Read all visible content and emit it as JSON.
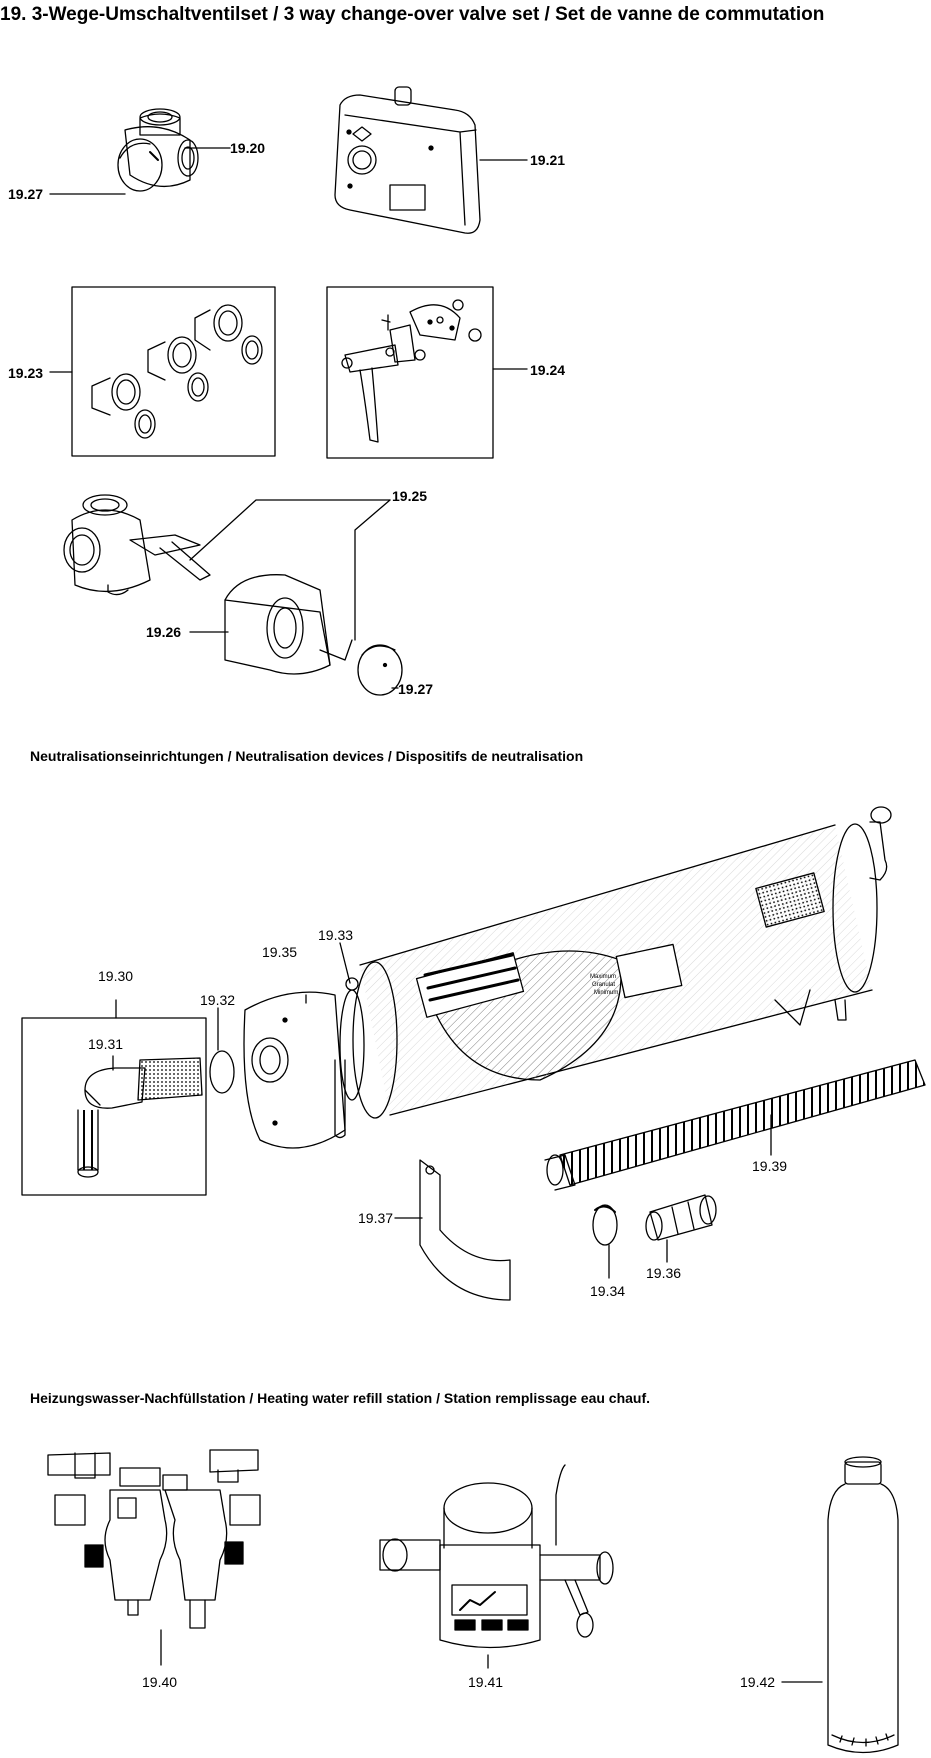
{
  "page": {
    "title": "19. 3-Wege-Umschaltventilset / 3 way change-over valve set / Set de vanne de commutation"
  },
  "sections": {
    "neutralisation": "Neutralisationseinrichtungen / Neutralisation devices / Dispositifs de neutralisation",
    "refill": "Heizungswasser-Nachfüllstation / Heating water refill station / Station remplissage eau chauf."
  },
  "parts": {
    "p1920": "19.20",
    "p1921": "19.21",
    "p1927a": "19.27",
    "p1923": "19.23",
    "p1924": "19.24",
    "p1925": "19.25",
    "p1926": "19.26",
    "p1927b": "19.27",
    "p1930": "19.30",
    "p1931": "19.31",
    "p1932": "19.32",
    "p1933": "19.33",
    "p1934": "19.34",
    "p1935": "19.35",
    "p1936": "19.36",
    "p1937": "19.37",
    "p1939": "19.39",
    "p1940": "19.40",
    "p1941": "19.41",
    "p1942": "19.42"
  },
  "device_labels": {
    "tank_tag_1": "Maximum",
    "tank_tag_2": "Granulat",
    "tank_tag_3": "Minimum"
  }
}
